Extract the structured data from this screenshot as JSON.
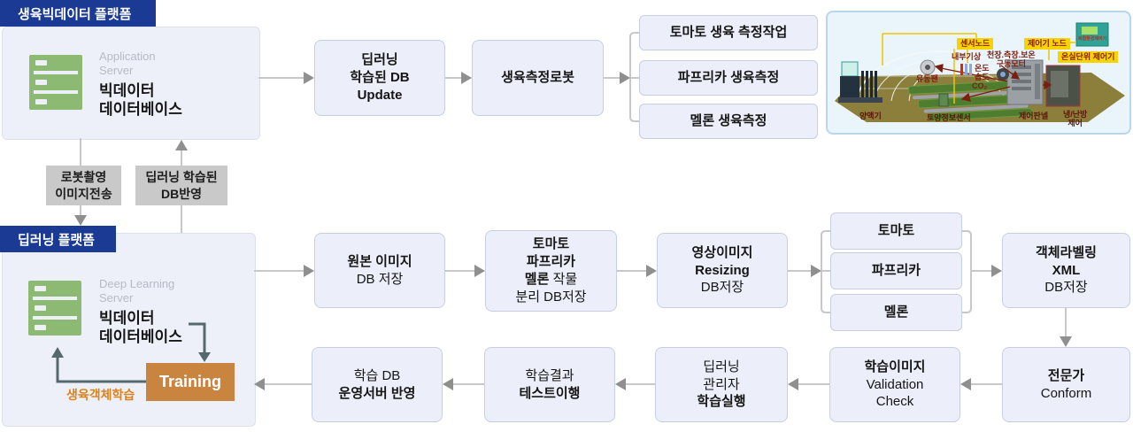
{
  "colors": {
    "navy_header": "#1B3A94",
    "card_bg": "#EDF0F8",
    "flow_box_bg": "#ECEFF9",
    "flow_box_border": "#C7CEE4",
    "gray_label_bg": "#C9C9C9",
    "server_icon_green": "#8CBA72",
    "training_orange": "#C98540",
    "training_note_orange": "#D9831F",
    "connector_gray": "#C8C8C8",
    "arrowhead_gray": "#8F8F8F",
    "internal_arrow_slate": "#55686E",
    "greenhouse_chip_yellow": "#F7D303",
    "greenhouse_label_red": "#7A1E0E"
  },
  "bigdata": {
    "header": "생육빅데이터 플랫폼",
    "server_type_l1": "Application",
    "server_type_l2": "Server",
    "server_name_l1": "빅데이터",
    "server_name_l2": "데이터베이스"
  },
  "row1": {
    "update": {
      "l1": "딥러닝",
      "l2": "학습된 DB",
      "l3": "Update"
    },
    "robot": "생육측정로봇",
    "measure": [
      "토마토 생육 측정작업",
      "파프리카 생육측정",
      "멜론 생육측정"
    ]
  },
  "transfer": {
    "down": {
      "l1": "로봇촬영",
      "l2": "이미지전송"
    },
    "up": {
      "l1": "딥러닝 학습된",
      "l2": "DB반영"
    }
  },
  "deeplearning": {
    "header": "딥러닝 플랫폼",
    "server_type_l1": "Deep Learning",
    "server_type_l2": "Server",
    "server_name_l1": "빅데이터",
    "server_name_l2": "데이터베이스",
    "training": "Training",
    "training_note": "생육객체학습"
  },
  "row2": {
    "original": {
      "l1": "원본 이미지",
      "l2": "DB 저장"
    },
    "separate": {
      "l1": "토마토",
      "l2": "파프리카",
      "l3a": "멜론",
      "l3b": " 작물",
      "l4": "분리 DB저장"
    },
    "resizing": {
      "l1": "영상이미지",
      "l2": "Resizing",
      "l3": "DB저장"
    },
    "crops": [
      "토마토",
      "파프리카",
      "멜론"
    ],
    "labeling": {
      "l1": "객체라벨링",
      "l2": "XML",
      "l3": "DB저장"
    }
  },
  "row3": {
    "expert": {
      "l1": "전문가",
      "l2": "Conform"
    },
    "validation": {
      "l1": "학습이미지",
      "l2": "Validation",
      "l3": "Check"
    },
    "manager": {
      "l1": "딥러닝",
      "l2": "관리자",
      "l3": "학습실행"
    },
    "testresult": {
      "l1": "학습결과",
      "l2": "테스트이행"
    },
    "deploy": {
      "l1": "학습 DB",
      "l2": "운영서버 반영"
    }
  },
  "greenhouse": {
    "sensor_node": "센서노드",
    "controller_node": "제어기 노드",
    "unit_controller": "온실단위 제어기",
    "device_label": "복합환경제어기",
    "indoor_weather": "내부기상",
    "motor_l1": "천장.측장.보온",
    "motor_l2": "구동모터",
    "temp": "온도",
    "humidity": "습도",
    "co2": "CO₂",
    "fan": "유동팬",
    "nutrient": "양액기",
    "soil_sensor": "토양정보센서",
    "control_panel": "제어판넬",
    "hvac_l1": "냉/난방",
    "hvac_l2": "제어"
  }
}
